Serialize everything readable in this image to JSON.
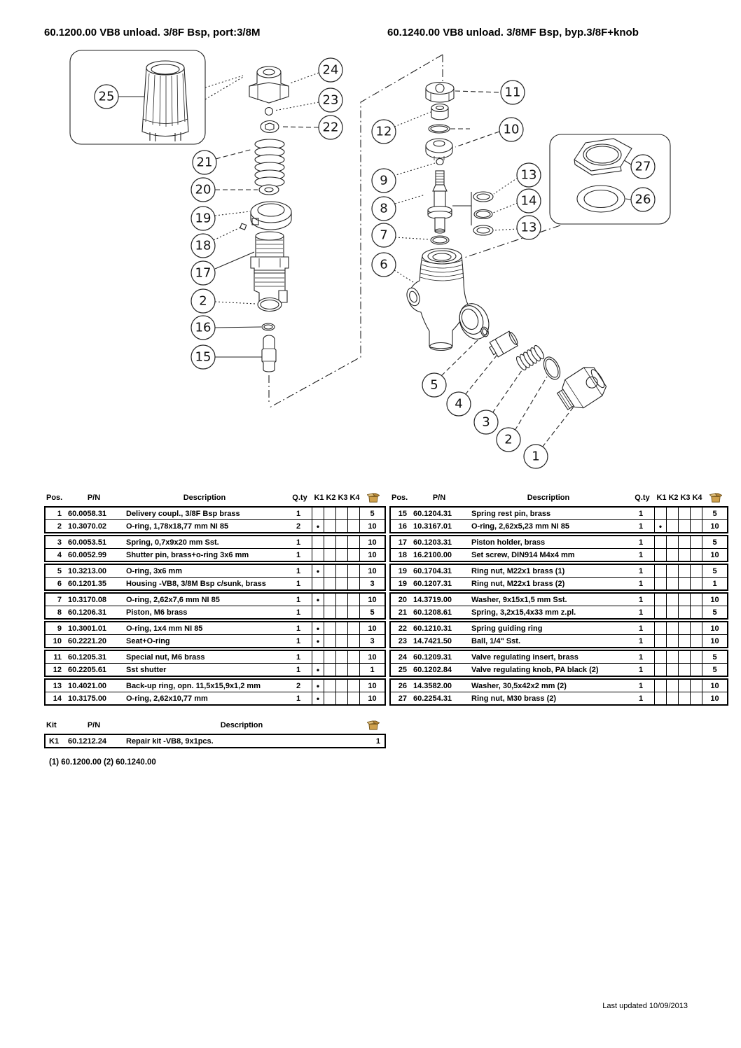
{
  "page": {
    "left_title": "60.1200.00 VB8 unload. 3/8F Bsp, port:3/8M",
    "right_title": "60.1240.00 VB8 unload. 3/8MF Bsp, byp.3/8F+knob",
    "footnote": "(1) 60.1200.00   (2) 60.1240.00",
    "footer": "Last updated 10/09/2013"
  },
  "colors": {
    "box_icon_fill": "#cfa14d",
    "box_icon_light": "#e3c27d",
    "box_icon_dark": "#b8893a",
    "line": "#222222"
  },
  "tables": {
    "headers": [
      "Pos.",
      "P/N",
      "Description",
      "Q.ty",
      "K1",
      "K2",
      "K3",
      "K4"
    ],
    "kit_headers": [
      "Kit",
      "P/N",
      "Description"
    ],
    "box_icon": "open-carton-icon",
    "left_rows": [
      [
        "1",
        "60.0058.31",
        "Delivery coupl., 3/8F Bsp brass",
        "1",
        "",
        "",
        "",
        "",
        "5"
      ],
      [
        "2",
        "10.3070.02",
        "O-ring, 1,78x18,77 mm NI 85",
        "2",
        "•",
        "",
        "",
        "",
        "10"
      ],
      [
        "3",
        "60.0053.51",
        "Spring, 0,7x9x20 mm Sst.",
        "1",
        "",
        "",
        "",
        "",
        "10"
      ],
      [
        "4",
        "60.0052.99",
        "Shutter pin, brass+o-ring 3x6 mm",
        "1",
        "",
        "",
        "",
        "",
        "10"
      ],
      [
        "5",
        "10.3213.00",
        "O-ring, 3x6 mm",
        "1",
        "•",
        "",
        "",
        "",
        "10"
      ],
      [
        "6",
        "60.1201.35",
        "Housing -VB8, 3/8M Bsp c/sunk, brass",
        "1",
        "",
        "",
        "",
        "",
        "3"
      ],
      [
        "7",
        "10.3170.08",
        "O-ring, 2,62x7,6 mm NI 85",
        "1",
        "•",
        "",
        "",
        "",
        "10"
      ],
      [
        "8",
        "60.1206.31",
        "Piston, M6 brass",
        "1",
        "",
        "",
        "",
        "",
        "5"
      ],
      [
        "9",
        "10.3001.01",
        "O-ring, 1x4 mm NI 85",
        "1",
        "•",
        "",
        "",
        "",
        "10"
      ],
      [
        "10",
        "60.2221.20",
        "Seat+O-ring",
        "1",
        "•",
        "",
        "",
        "",
        "3"
      ],
      [
        "11",
        "60.1205.31",
        "Special nut, M6 brass",
        "1",
        "",
        "",
        "",
        "",
        "10"
      ],
      [
        "12",
        "60.2205.61",
        "Sst shutter",
        "1",
        "•",
        "",
        "",
        "",
        "1"
      ],
      [
        "13",
        "10.4021.00",
        "Back-up ring, opn. 11,5x15,9x1,2 mm",
        "2",
        "•",
        "",
        "",
        "",
        "10"
      ],
      [
        "14",
        "10.3175.00",
        "O-ring, 2,62x10,77 mm",
        "1",
        "•",
        "",
        "",
        "",
        "10"
      ]
    ],
    "right_rows": [
      [
        "15",
        "60.1204.31",
        "Spring rest pin, brass",
        "1",
        "",
        "",
        "",
        "",
        "5"
      ],
      [
        "16",
        "10.3167.01",
        "O-ring, 2,62x5,23 mm NI 85",
        "1",
        "•",
        "",
        "",
        "",
        "10"
      ],
      [
        "17",
        "60.1203.31",
        "Piston holder, brass",
        "1",
        "",
        "",
        "",
        "",
        "5"
      ],
      [
        "18",
        "16.2100.00",
        "Set screw, DIN914 M4x4 mm",
        "1",
        "",
        "",
        "",
        "",
        "10"
      ],
      [
        "19",
        "60.1704.31",
        "Ring nut, M22x1 brass (1)",
        "1",
        "",
        "",
        "",
        "",
        "5"
      ],
      [
        "19",
        "60.1207.31",
        "Ring nut, M22x1 brass (2)",
        "1",
        "",
        "",
        "",
        "",
        "1"
      ],
      [
        "20",
        "14.3719.00",
        "Washer, 9x15x1,5 mm Sst.",
        "1",
        "",
        "",
        "",
        "",
        "10"
      ],
      [
        "21",
        "60.1208.61",
        "Spring, 3,2x15,4x33 mm z.pl.",
        "1",
        "",
        "",
        "",
        "",
        "5"
      ],
      [
        "22",
        "60.1210.31",
        "Spring guiding ring",
        "1",
        "",
        "",
        "",
        "",
        "10"
      ],
      [
        "23",
        "14.7421.50",
        "Ball, 1/4\" Sst.",
        "1",
        "",
        "",
        "",
        "",
        "10"
      ],
      [
        "24",
        "60.1209.31",
        "Valve regulating insert, brass",
        "1",
        "",
        "",
        "",
        "",
        "5"
      ],
      [
        "25",
        "60.1202.84",
        "Valve regulating knob, PA black (2)",
        "1",
        "",
        "",
        "",
        "",
        "5"
      ],
      [
        "26",
        "14.3582.00",
        "Washer, 30,5x42x2 mm (2)",
        "1",
        "",
        "",
        "",
        "",
        "10"
      ],
      [
        "27",
        "60.2254.31",
        "Ring nut, M30 brass (2)",
        "1",
        "",
        "",
        "",
        "",
        "10"
      ]
    ],
    "kit_rows": [
      [
        "K1",
        "60.1212.24",
        "Repair kit -VB8, 9x1pcs.",
        "1"
      ]
    ]
  },
  "diagram": {
    "callouts": {
      "l25": "25",
      "l24": "24",
      "l23": "23",
      "l22": "22",
      "l21": "21",
      "l20": "20",
      "l19": "19",
      "l18": "18",
      "l17": "17",
      "l2": "2",
      "l16": "16",
      "l15": "15",
      "r11": "11",
      "r12": "12",
      "r10": "10",
      "r9": "9",
      "r8": "8",
      "r13a": "13",
      "r14": "14",
      "r13b": "13",
      "r7": "7",
      "r6": "6",
      "r27": "27",
      "r26": "26",
      "r5": "5",
      "r4": "4",
      "r3": "3",
      "r2": "2",
      "r1": "1"
    }
  }
}
